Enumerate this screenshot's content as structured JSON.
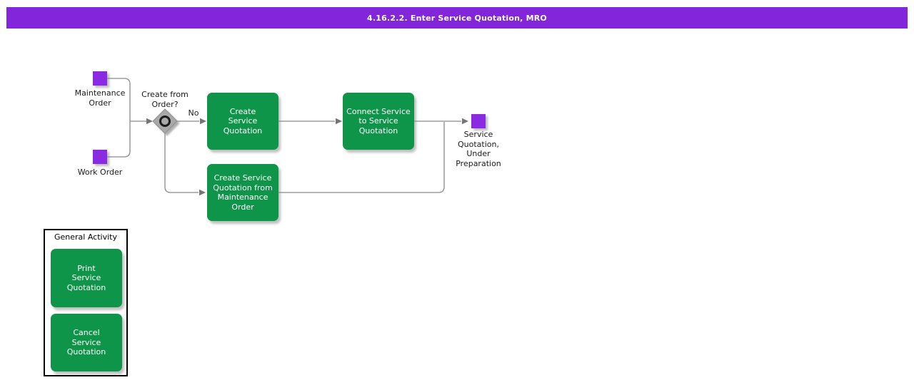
{
  "title_bar": {
    "text": "4.16.2.2. Enter Service Quotation, MRO"
  },
  "events": [
    {
      "id": "maintenance-order",
      "label": "Maintenance\nOrder"
    },
    {
      "id": "work-order",
      "label": "Work Order"
    },
    {
      "id": "service-quotation-under-preparation",
      "label": "Service\nQuotation,\nUnder\nPreparation"
    }
  ],
  "decision": {
    "question": "Create from\nOrder?",
    "branch_label": "No"
  },
  "activities": [
    {
      "id": "create-service-quotation",
      "label": "Create\nService\nQuotation"
    },
    {
      "id": "connect-service-to-service-quotation",
      "label": "Connect Service\nto Service\nQuotation"
    },
    {
      "id": "create-service-quotation-from-maintenance-order",
      "label": "Create Service\nQuotation from\nMaintenance\nOrder"
    }
  ],
  "general_activity": {
    "title": "General Activity",
    "items": [
      {
        "id": "print-service-quotation",
        "label": "Print\nService\nQuotation"
      },
      {
        "id": "cancel-service-quotation",
        "label": "Cancel\nService\nQuotation"
      }
    ]
  },
  "colors": {
    "title_bar_purple": "#8326DB",
    "event_purple": "#8A2BE2",
    "activity_green": "#0F9549",
    "connector_gray": "#8A8A8A",
    "arrowhead_gray": "#757575",
    "gateway_fill_gray": "#A9A9A9"
  }
}
